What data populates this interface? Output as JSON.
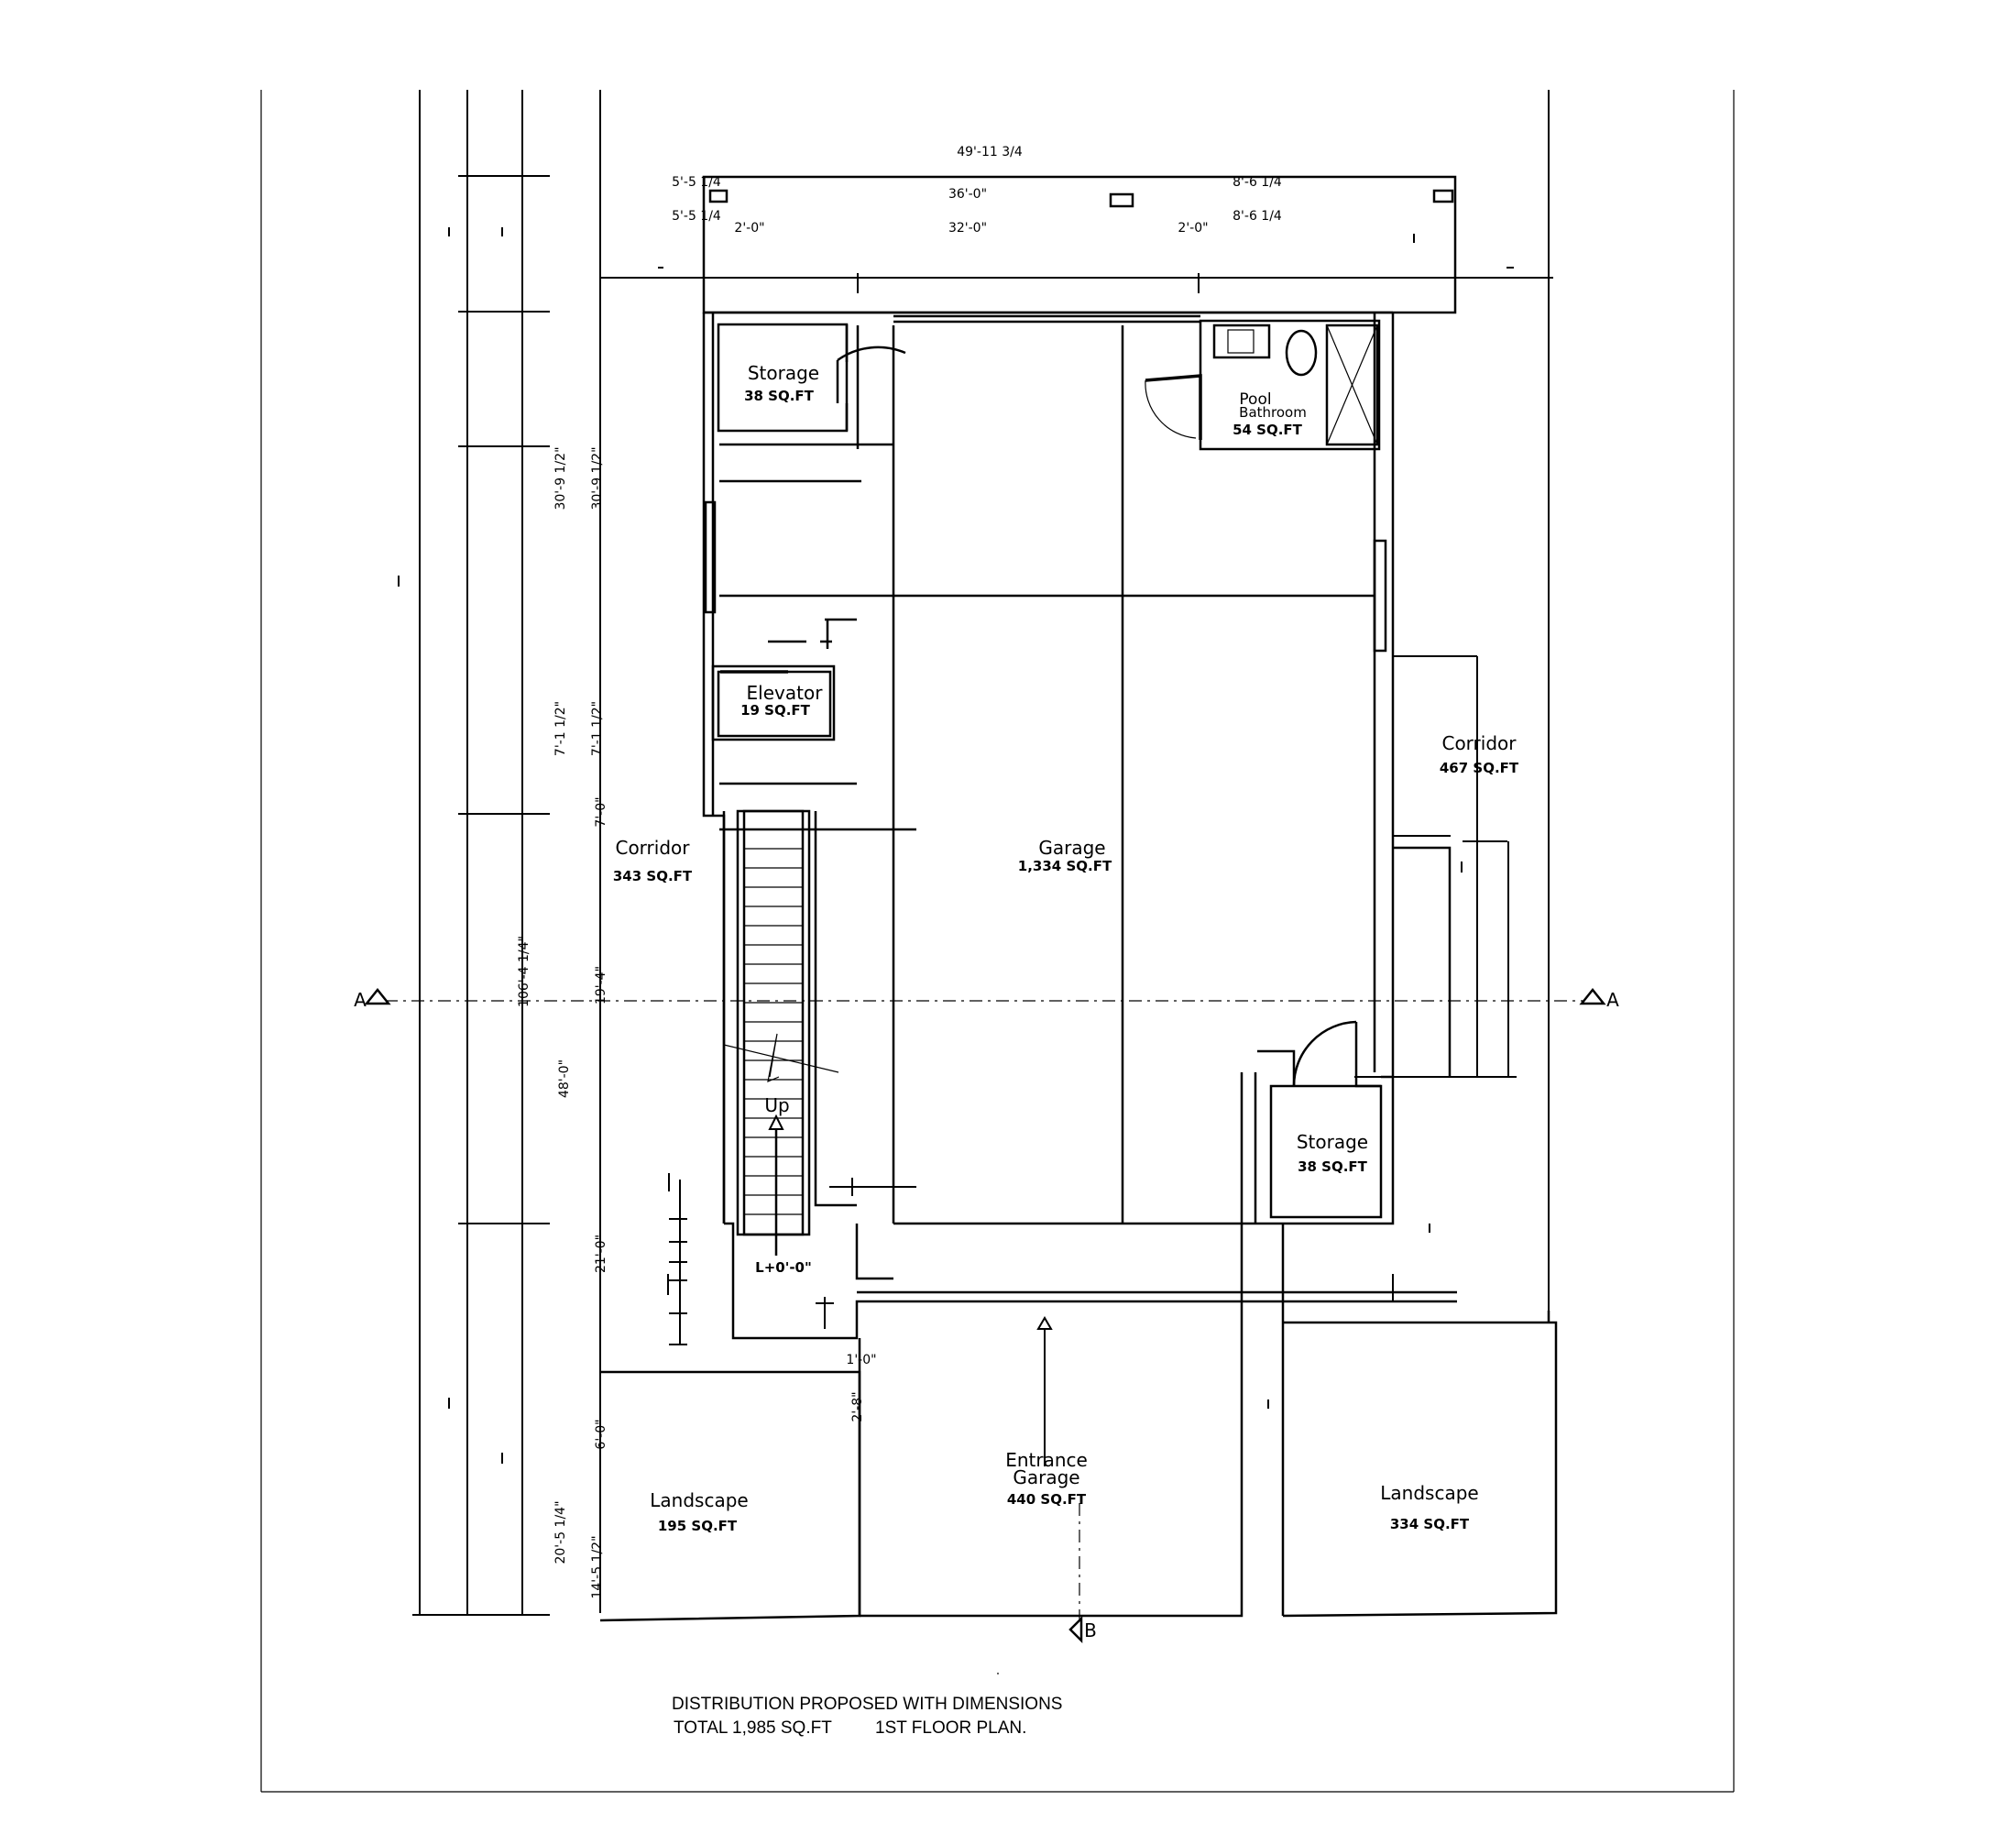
{
  "rooms": {
    "storage_top": {
      "name": "Storage",
      "area": "38 SQ.FT"
    },
    "pool_bathroom": {
      "name_line1": "Pool",
      "name_line2": "Bathroom",
      "area": "54 SQ.FT"
    },
    "elevator": {
      "name": "Elevator",
      "area": "19 SQ.FT"
    },
    "corridor_left": {
      "name": "Corridor",
      "area": "343 SQ.FT"
    },
    "garage": {
      "name": "Garage",
      "area": "1,334 SQ.FT"
    },
    "corridor_right": {
      "name": "Corridor",
      "area": "467 SQ.FT"
    },
    "storage_bottom": {
      "name": "Storage",
      "area": "38 SQ.FT"
    },
    "landscape_left": {
      "name": "Landscape",
      "area": "195 SQ.FT"
    },
    "entrance_garage": {
      "name_line1": "Entrance",
      "name_line2": "Garage",
      "area": "440 SQ.FT"
    },
    "landscape_right": {
      "name": "Landscape",
      "area": "334 SQ.FT"
    }
  },
  "stairs": {
    "direction_label": "Up",
    "level_label": "L+0'-0\""
  },
  "section_markers": {
    "a": "A",
    "b": "B"
  },
  "dimensions": {
    "overall_width": "49'-11 3/4",
    "top_left_1": "5'-5 1/4",
    "top_left_2": "5'-5 1/4",
    "top_center_1": "36'-0\"",
    "top_center_2": "32'-0\"",
    "top_right_1": "8'-6 1/4",
    "top_right_2": "8'-6 1/4",
    "wall_left": "2'-0\"",
    "wall_right": "2'-0\"",
    "left_30a": "30'-9 1/2\"",
    "left_30b": "30'-9 1/2\"",
    "left_7a": "7'-1 1/2\"",
    "left_7b": "7'-1 1/2\"",
    "left_7c": "7'-0\"",
    "overall_height": "106'-4 1/4\"",
    "left_19": "19'-4\"",
    "left_48": "48'-0\"",
    "left_21": "21'-0\"",
    "left_6": "6'-0\"",
    "left_20": "20'-5 1/4\"",
    "left_14": "14'-5 1/2\"",
    "entrance_offset": "1'-0\"",
    "entrance_depth": "2'-8\""
  },
  "caption": {
    "line1": "DISTRIBUTION PROPOSED WITH DIMENSIONS",
    "line2_total": "TOTAL 1,985 SQ.FT",
    "line2_plan": "1ST FLOOR PLAN."
  }
}
